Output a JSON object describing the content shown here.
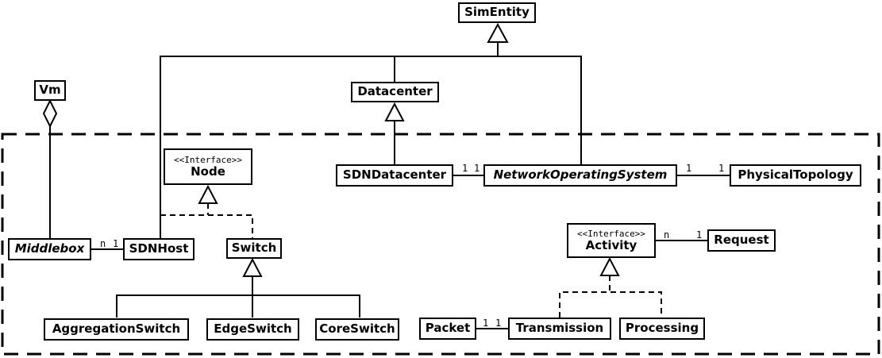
{
  "diagram": {
    "type": "uml-class-diagram",
    "background_color": "#ffffff",
    "line_color": "#000000",
    "frame": {
      "style": "dashed-rectangle"
    },
    "classes": [
      {
        "name": "SimEntity",
        "stereotype": "",
        "abstract": false
      },
      {
        "name": "Vm",
        "stereotype": "",
        "abstract": false
      },
      {
        "name": "Datacenter",
        "stereotype": "",
        "abstract": false
      },
      {
        "name": "Node",
        "stereotype": "<<Interface>>",
        "abstract": false
      },
      {
        "name": "SDNDatacenter",
        "stereotype": "",
        "abstract": false
      },
      {
        "name": "NetworkOperatingSystem",
        "stereotype": "",
        "abstract": true
      },
      {
        "name": "PhysicalTopology",
        "stereotype": "",
        "abstract": false
      },
      {
        "name": "Middlebox",
        "stereotype": "",
        "abstract": true
      },
      {
        "name": "SDNHost",
        "stereotype": "",
        "abstract": false
      },
      {
        "name": "Switch",
        "stereotype": "",
        "abstract": false
      },
      {
        "name": "Activity",
        "stereotype": "<<Interface>>",
        "abstract": false
      },
      {
        "name": "Request",
        "stereotype": "",
        "abstract": false
      },
      {
        "name": "AggregationSwitch",
        "stereotype": "",
        "abstract": false
      },
      {
        "name": "EdgeSwitch",
        "stereotype": "",
        "abstract": false
      },
      {
        "name": "CoreSwitch",
        "stereotype": "",
        "abstract": false
      },
      {
        "name": "Packet",
        "stereotype": "",
        "abstract": false
      },
      {
        "name": "Transmission",
        "stereotype": "",
        "abstract": false
      },
      {
        "name": "Processing",
        "stereotype": "",
        "abstract": false
      }
    ],
    "multiplicities": [
      {
        "text": "1",
        "near": "SDNDatacenter"
      },
      {
        "text": "1",
        "near": "NetworkOperatingSystem-left"
      },
      {
        "text": "1",
        "near": "NetworkOperatingSystem-right"
      },
      {
        "text": "1",
        "near": "PhysicalTopology"
      },
      {
        "text": "n",
        "near": "Middlebox"
      },
      {
        "text": "1",
        "near": "SDNHost"
      },
      {
        "text": "n",
        "near": "Activity"
      },
      {
        "text": "1",
        "near": "Request"
      },
      {
        "text": "1",
        "near": "Packet"
      },
      {
        "text": "1",
        "near": "Transmission"
      }
    ],
    "relationships": [
      {
        "type": "generalization",
        "from": "SDNHost",
        "to": "SimEntity"
      },
      {
        "type": "generalization",
        "from": "Datacenter",
        "to": "SimEntity"
      },
      {
        "type": "generalization",
        "from": "NetworkOperatingSystem",
        "to": "SimEntity"
      },
      {
        "type": "generalization",
        "from": "SDNDatacenter",
        "to": "Datacenter"
      },
      {
        "type": "realization",
        "from": "SDNHost",
        "to": "Node"
      },
      {
        "type": "realization",
        "from": "Switch",
        "to": "Node"
      },
      {
        "type": "generalization",
        "from": "AggregationSwitch",
        "to": "Switch"
      },
      {
        "type": "generalization",
        "from": "EdgeSwitch",
        "to": "Switch"
      },
      {
        "type": "generalization",
        "from": "CoreSwitch",
        "to": "Switch"
      },
      {
        "type": "realization",
        "from": "Transmission",
        "to": "Activity"
      },
      {
        "type": "realization",
        "from": "Processing",
        "to": "Activity"
      },
      {
        "type": "aggregation",
        "whole": "Vm",
        "part": "Middlebox"
      },
      {
        "type": "association",
        "from": "Middlebox",
        "to": "SDNHost",
        "from_mult": "n",
        "to_mult": "1"
      },
      {
        "type": "association",
        "from": "SDNDatacenter",
        "to": "NetworkOperatingSystem",
        "from_mult": "1",
        "to_mult": "1"
      },
      {
        "type": "association",
        "from": "NetworkOperatingSystem",
        "to": "PhysicalTopology",
        "from_mult": "1",
        "to_mult": "1"
      },
      {
        "type": "association",
        "from": "Activity",
        "to": "Request",
        "from_mult": "n",
        "to_mult": "1"
      },
      {
        "type": "association",
        "from": "Packet",
        "to": "Transmission",
        "from_mult": "1",
        "to_mult": "1"
      }
    ]
  }
}
